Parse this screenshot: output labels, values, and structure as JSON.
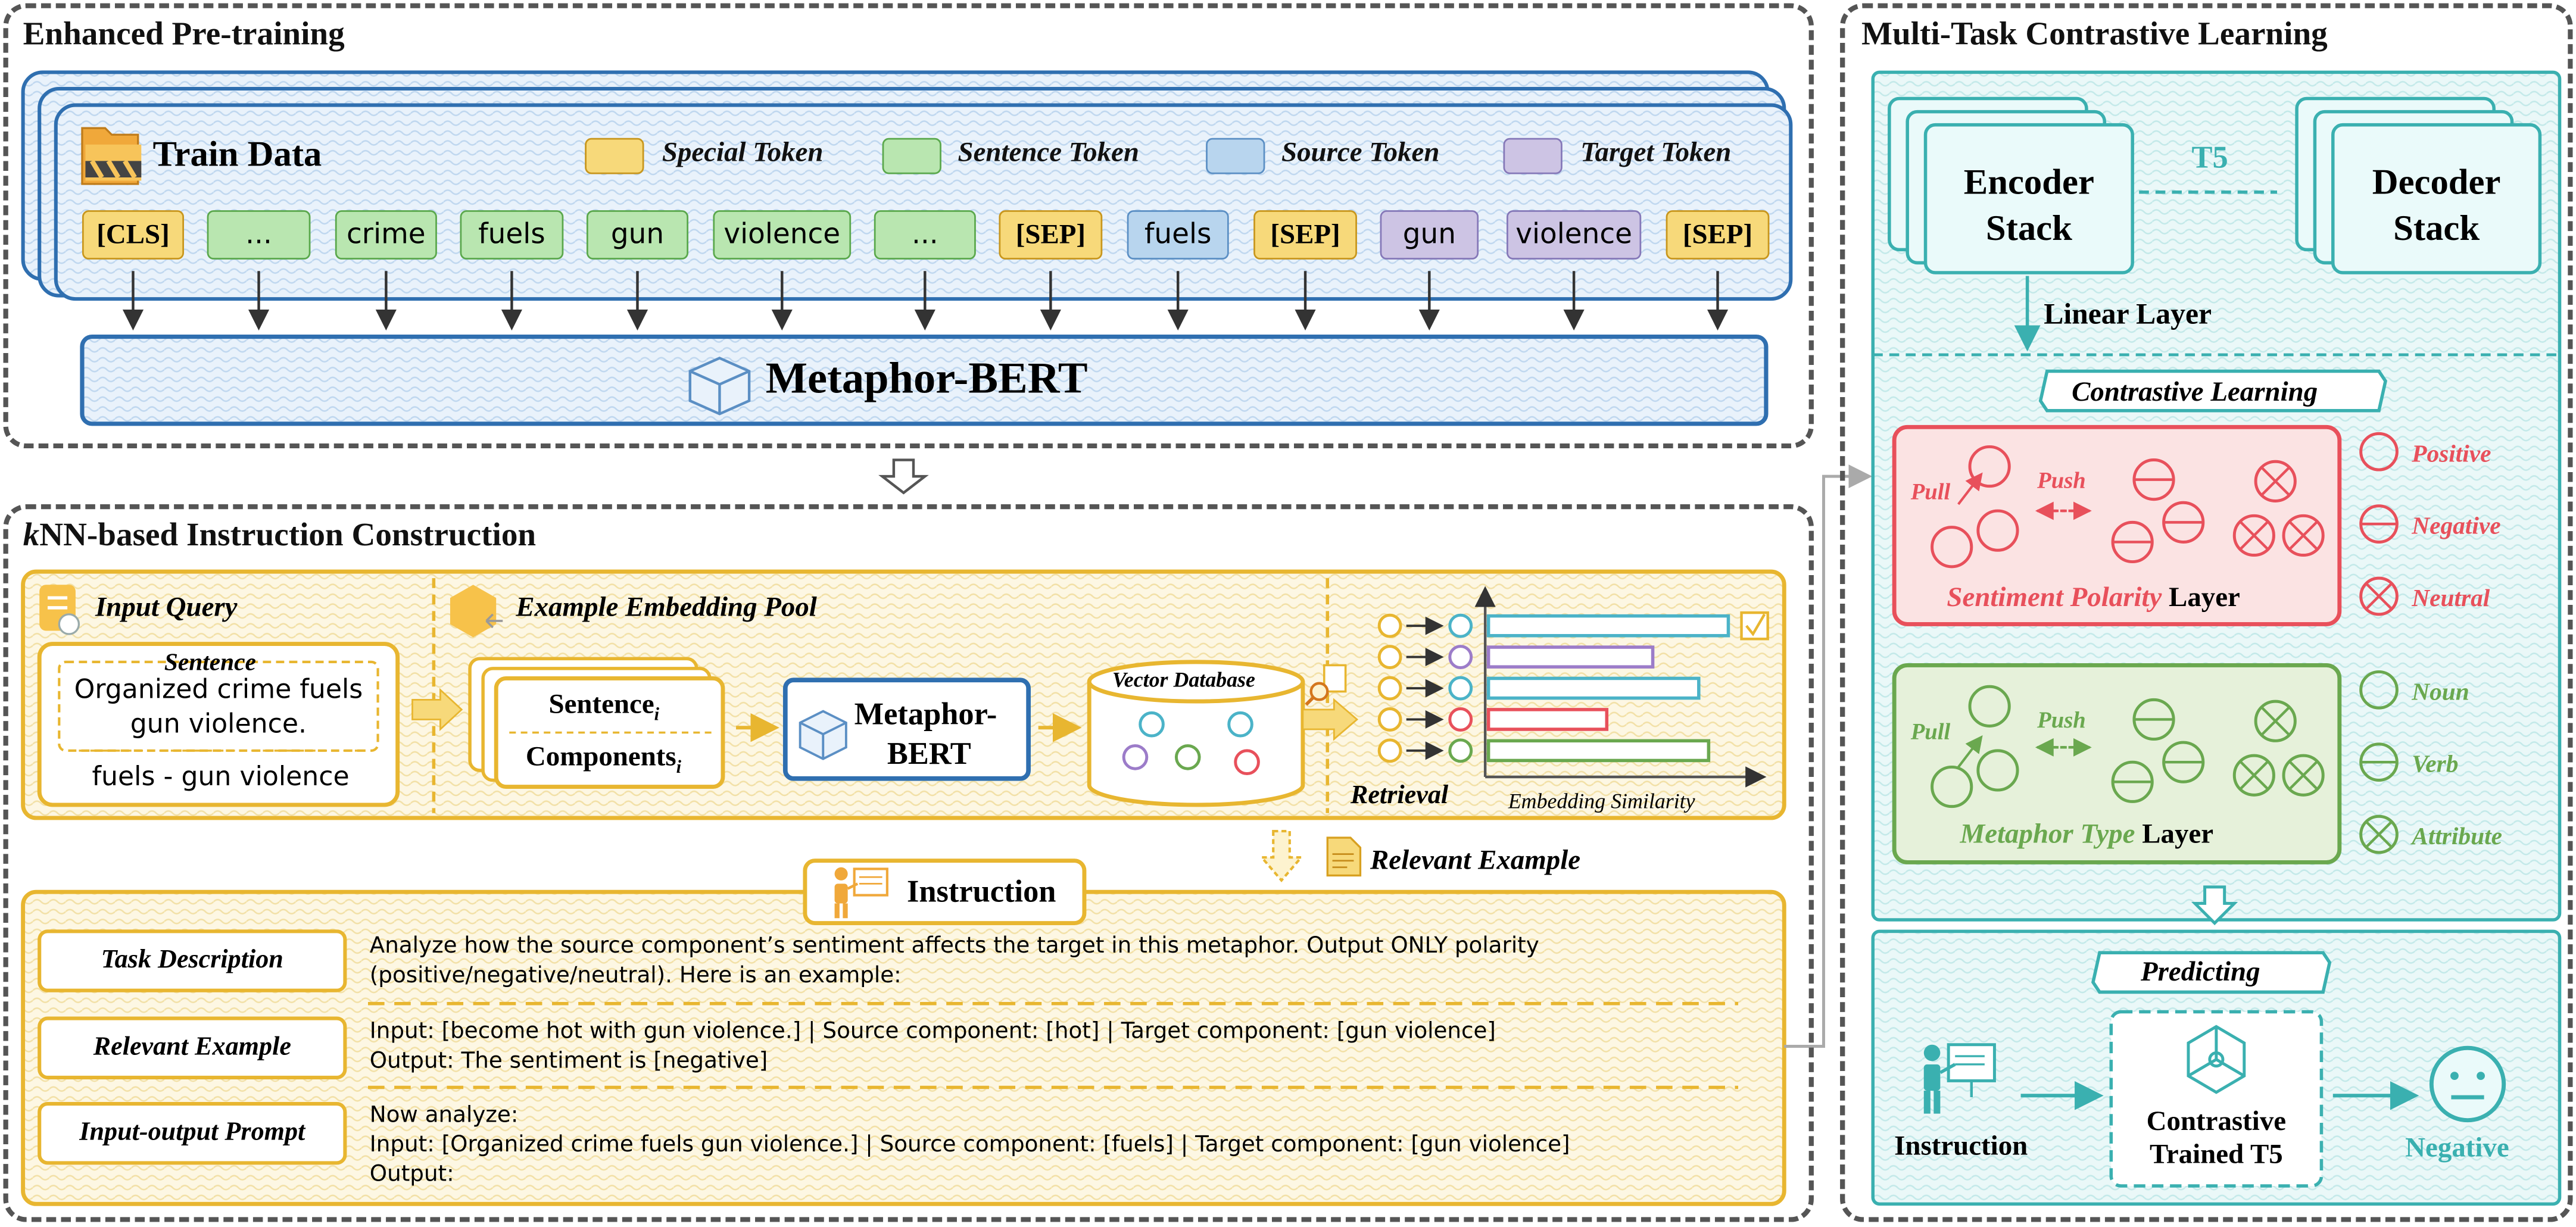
{
  "pretraining": {
    "title": "Enhanced Pre-training",
    "train_data_label": "Train Data",
    "legend": [
      {
        "label": "Special Token",
        "color": "#f7d97a"
      },
      {
        "label": "Sentence Token",
        "color": "#b9e6b0"
      },
      {
        "label": "Source Token",
        "color": "#b8d5ee"
      },
      {
        "label": "Target Token",
        "color": "#cdc4e4"
      }
    ],
    "tokens": [
      {
        "text": "[CLS]",
        "kind": "special"
      },
      {
        "text": "...",
        "kind": "sentence"
      },
      {
        "text": "crime",
        "kind": "sentence"
      },
      {
        "text": "fuels",
        "kind": "sentence"
      },
      {
        "text": "gun",
        "kind": "sentence"
      },
      {
        "text": "violence",
        "kind": "sentence"
      },
      {
        "text": "...",
        "kind": "sentence"
      },
      {
        "text": "[SEP]",
        "kind": "special"
      },
      {
        "text": "fuels",
        "kind": "source"
      },
      {
        "text": "[SEP]",
        "kind": "special"
      },
      {
        "text": "gun",
        "kind": "target"
      },
      {
        "text": "violence",
        "kind": "target"
      },
      {
        "text": "[SEP]",
        "kind": "special"
      }
    ],
    "model_label": "Metaphor-BERT"
  },
  "knn": {
    "title_k": "k",
    "title_rest": "NN-based Instruction Construction",
    "input_query_label": "Input Query",
    "sentence_label": "Sentence",
    "query_sentence": "Organized crime fuels gun violence.",
    "query_components": "fuels - gun violence",
    "pool_label": "Example Embedding Pool",
    "sentence_i": "Sentence",
    "components_i": "Components",
    "subscript_i": "i",
    "bert_label_1": "Metaphor-",
    "bert_label_2": "BERT",
    "vector_db_label": "Vector Database",
    "retrieval_label": "Retrieval",
    "embedding_similarity_label": "Embedding Similarity",
    "relevant_example_label": "Relevant Example",
    "instruction_label": "Instruction",
    "rows": [
      {
        "label": "Task Description",
        "lines": [
          "Analyze how the source component’s sentiment affects the target in this metaphor. Output ONLY polarity",
          "(positive/negative/neutral). Here is an example:"
        ]
      },
      {
        "label": "Relevant Example",
        "lines": [
          "Input: [become hot with gun violence.] | Source component: [hot] | Target component: [gun violence]",
          "Output: The sentiment is [negative]"
        ]
      },
      {
        "label": "Input-output Prompt",
        "lines": [
          "Now analyze:",
          "Input: [Organized crime fuels gun violence.] | Source component: [fuels] | Target component: [gun violence]",
          "Output:"
        ]
      }
    ]
  },
  "multitask": {
    "title": "Multi-Task Contrastive Learning",
    "encoder_label_1": "Encoder",
    "encoder_label_2": "Stack",
    "t5_label": "T5",
    "decoder_label_1": "Decoder",
    "decoder_label_2": "Stack",
    "linear_layer_label": "Linear Layer",
    "contrastive_label": "Contrastive Learning",
    "pull_label": "Pull",
    "push_label": "Push",
    "sentiment_layer_1": "Sentiment Polarity",
    "sentiment_layer_2": " Layer",
    "sentiment_legend": [
      "Positive",
      "Negative",
      "Neutral"
    ],
    "metaphor_layer_1": "Metaphor Type",
    "metaphor_layer_2": " Layer",
    "metaphor_legend": [
      "Noun",
      "Verb",
      "Attribute"
    ],
    "predicting_label": "Predicting",
    "instruction_label": "Instruction",
    "trained_label_1": "Contrastive",
    "trained_label_2": "Trained T5",
    "output_label": "Negative"
  },
  "colors": {
    "blue": "#2f6fb0",
    "yellow": "#e8b630",
    "teal": "#3ab0b0",
    "red": "#e8505b",
    "green": "#6aa84f"
  }
}
